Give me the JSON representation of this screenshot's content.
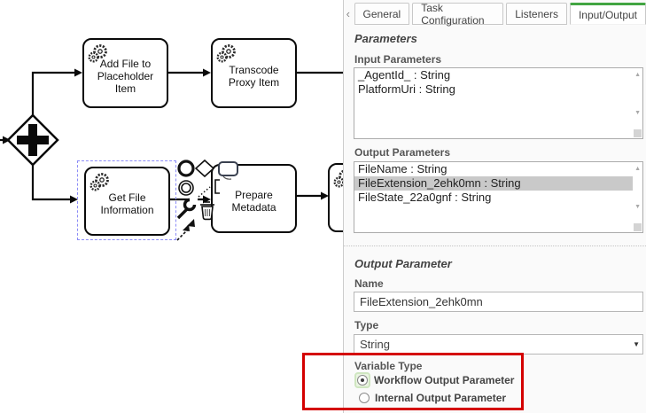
{
  "colors": {
    "active_tab_green": "#42a542",
    "annotation_red": "#d40000",
    "list_selection_gray": "#c9c9c9",
    "selection_dashed_blue": "#8b8bf7"
  },
  "icons": {
    "tab_scroll_left": "‹",
    "scroll_up": "▲",
    "scroll_down": "▼",
    "dropdown_arrow": "▼"
  },
  "diagram": {
    "tasks": [
      {
        "label": "Add File to Placeholder Item"
      },
      {
        "label": "Transcode Proxy Item"
      },
      {
        "label": "Get File Information"
      },
      {
        "label": "Prepare Metadata"
      }
    ]
  },
  "panel": {
    "tabs": {
      "items": [
        {
          "label": "General"
        },
        {
          "label": "Task Configuration"
        },
        {
          "label": "Listeners"
        },
        {
          "label": "Input/Output"
        }
      ]
    },
    "parameters": {
      "heading": "Parameters",
      "input": {
        "label": "Input Parameters",
        "items": [
          "_AgentId_ : String",
          "PlatformUri : String"
        ]
      },
      "output": {
        "label": "Output Parameters",
        "items": [
          "FileName : String",
          "FileExtension_2ehk0mn : String",
          "FileState_22a0gnf : String"
        ],
        "selected_index": 1
      }
    },
    "output_parameter": {
      "heading": "Output Parameter",
      "name_label": "Name",
      "name_value": "FileExtension_2ehk0mn",
      "type_label": "Type",
      "type_value": "String",
      "variable_type_label": "Variable Type",
      "radios": [
        {
          "label": "Workflow Output Parameter",
          "selected": true
        },
        {
          "label": "Internal Output Parameter",
          "selected": false
        }
      ]
    }
  }
}
